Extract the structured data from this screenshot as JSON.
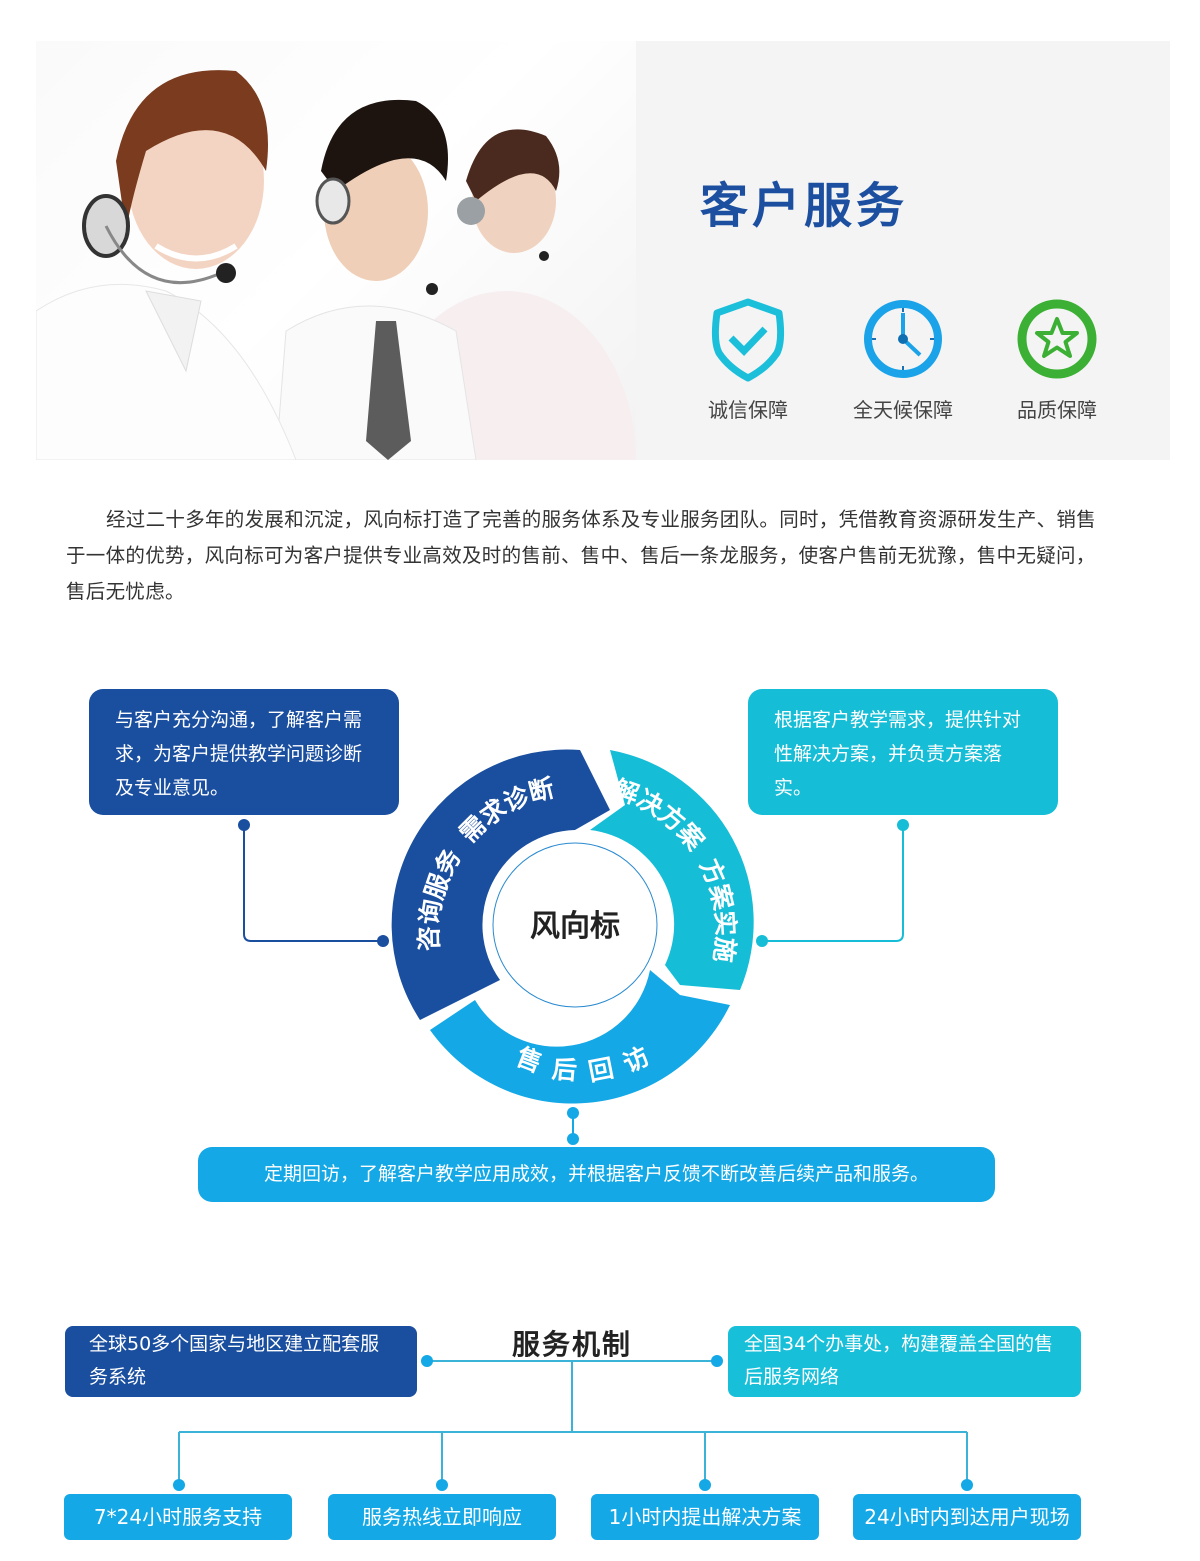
{
  "hero": {
    "photo_alt": "Three customer service agents wearing headsets",
    "title": "客户服务",
    "guarantees": [
      {
        "icon": "shield-check-icon",
        "label": "诚信保障",
        "color": "#1cbfda"
      },
      {
        "icon": "clock-icon",
        "label": "全天候保障",
        "color": "#1aa3e8"
      },
      {
        "icon": "star-circle-icon",
        "label": "品质保障",
        "color": "#3cb034"
      }
    ]
  },
  "intro": {
    "text": "经过二十多年的发展和沉淀，风向标打造了完善的服务体系及专业服务团队。同时，凭借教育资源研发生产、销售于一体的优势，风向标可为客户提供专业高效及时的售前、售中、售后一条龙服务，使客户售前无犹豫，售中无疑问，售后无忧虑。"
  },
  "cycle": {
    "center": "风向标",
    "segments": [
      {
        "label_a": "咨询服务",
        "label_b": "需求诊断",
        "color": "#1a4e9f"
      },
      {
        "label_a": "解决方案",
        "label_b": "方案实施",
        "color": "#16bdd6"
      },
      {
        "label_a": "售后回访",
        "color": "#14a8e6"
      }
    ],
    "boxes": {
      "diagnosis": "与客户充分沟通，了解客户需求，为客户提供教学问题诊断及专业意见。",
      "solution": "根据客户教学需求，提供针对性解决方案，并负责方案落实。",
      "visit": "定期回访，了解客户教学应用成效，并根据客户反馈不断改善后续产品和服务。"
    }
  },
  "mechanism": {
    "title": "服务机制",
    "global": "全球50多个国家与地区建立配套服务系统",
    "national": "全国34个办事处，构建覆盖全国的售后服务网络",
    "items": [
      "7*24小时服务支持",
      "服务热线立即响应",
      "1小时内提出解决方案",
      "24小时内到达用户现场"
    ]
  },
  "colors": {
    "dark_blue": "#1a4e9f",
    "cyan": "#16bdd6",
    "sky_blue": "#14a8e6",
    "green": "#3cb034"
  }
}
